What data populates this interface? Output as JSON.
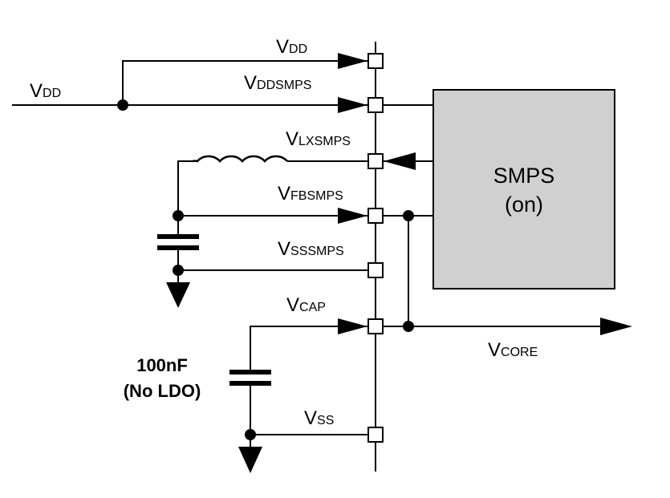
{
  "colors": {
    "wire": "#000000",
    "box_fill": "#d0d0d0",
    "background": "#ffffff"
  },
  "labels": {
    "vdd_in": {
      "main": "V",
      "sub": "DD"
    },
    "vdd_pin": {
      "main": "V",
      "sub": "DD"
    },
    "vddsmps_pin": {
      "main": "V",
      "sub": "DDSMPS"
    },
    "vlxsmps_pin": {
      "main": "V",
      "sub": "LXSMPS"
    },
    "vfbsmps_pin": {
      "main": "V",
      "sub": "FBSMPS"
    },
    "vsssmps_pin": {
      "main": "V",
      "sub": "SSSMPS"
    },
    "vcap_pin": {
      "main": "V",
      "sub": "CAP"
    },
    "vcore_out": {
      "main": "V",
      "sub": "CORE"
    },
    "vss_pin": {
      "main": "V",
      "sub": "SS"
    }
  },
  "smps_box": {
    "line1": "SMPS",
    "line2": "(on)"
  },
  "capacitor_note": {
    "line1": "100nF",
    "line2": "(No LDO)"
  }
}
